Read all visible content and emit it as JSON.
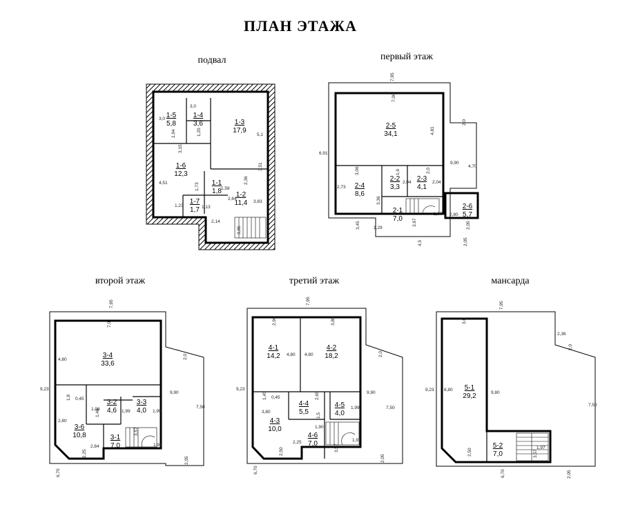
{
  "title": "ПЛАН ЭТАЖА",
  "floors": {
    "basement": {
      "label": "подвал",
      "rooms": [
        {
          "id": "1-5",
          "area": "5,8"
        },
        {
          "id": "1-4",
          "area": "3,6"
        },
        {
          "id": "1-3",
          "area": "17,9"
        },
        {
          "id": "1-6",
          "area": "12,3"
        },
        {
          "id": "1-1",
          "area": "1,8"
        },
        {
          "id": "1-2",
          "area": "11,4"
        },
        {
          "id": "1-7",
          "area": "1,7"
        }
      ],
      "dims": [
        "3,0",
        "3,0",
        "1,94",
        "1,20",
        "5,1",
        "3,15",
        "3,51",
        "4,51",
        "1,73",
        "2,36",
        "1,58",
        "1,23",
        "1,13",
        "2,64",
        "3,83",
        "2,14",
        "3,85"
      ]
    },
    "first": {
      "label": "первый этаж",
      "rooms": [
        {
          "id": "2-5",
          "area": "34,1"
        },
        {
          "id": "2-2",
          "area": "3,3"
        },
        {
          "id": "2-3",
          "area": "4,1"
        },
        {
          "id": "2-4",
          "area": "8,6"
        },
        {
          "id": "2-1",
          "area": "7,0"
        },
        {
          "id": "2-6",
          "area": "5,7"
        }
      ],
      "dims": [
        "7,95",
        "7,06",
        "2,0",
        "4,81",
        "6,91",
        "9,90",
        "4,70",
        "3,06",
        "1,6",
        "2,0",
        "2,73",
        "2,04",
        "2,04",
        "3,36",
        "1,97",
        "2,80",
        "3,45",
        "3,67",
        "2,05",
        "1,29",
        "4,5",
        "2,05"
      ]
    },
    "second": {
      "label": "второй этаж",
      "rooms": [
        {
          "id": "3-4",
          "area": "33,6"
        },
        {
          "id": "3-2",
          "area": "4,6"
        },
        {
          "id": "3-3",
          "area": "4,0"
        },
        {
          "id": "3-6",
          "area": "10,8"
        },
        {
          "id": "3-1",
          "area": "7,0"
        }
      ],
      "dims": [
        "7,95",
        "7,0",
        "2,0",
        "4,80",
        "9,23",
        "9,90",
        "7,50",
        "1,8",
        "0,45",
        "1,08",
        "1,99",
        "1,99",
        "1,48",
        "2,80",
        "3,57",
        "1,97",
        "2,84",
        "2,25",
        "6,70",
        "2,05"
      ]
    },
    "third": {
      "label": "третий этаж",
      "rooms": [
        {
          "id": "4-1",
          "area": "14,2"
        },
        {
          "id": "4-2",
          "area": "18,2"
        },
        {
          "id": "4-4",
          "area": "5,5"
        },
        {
          "id": "4-5",
          "area": "4,0"
        },
        {
          "id": "4-3",
          "area": "10,0"
        },
        {
          "id": "4-6",
          "area": "7,0"
        }
      ],
      "dims": [
        "7,95",
        "2,96",
        "3,80",
        "2,0",
        "4,80",
        "4,80",
        "9,23",
        "9,90",
        "7,50",
        "1,45",
        "0,45",
        "2,65",
        "3,80",
        "1,90",
        "1,99",
        "1,5",
        "2,25",
        "2,50",
        "3,57",
        "1,97",
        "6,70",
        "2,05"
      ]
    },
    "attic": {
      "label": "мансарда",
      "rooms": [
        {
          "id": "5-1",
          "area": "29,2"
        },
        {
          "id": "5-2",
          "area": "7,0"
        }
      ],
      "dims": [
        "7,95",
        "3,0",
        "2,36",
        "2,0",
        "9,23",
        "8,80",
        "9,80",
        "7,50",
        "2,50",
        "3,57",
        "1,97",
        "6,70",
        "2,05"
      ]
    }
  }
}
